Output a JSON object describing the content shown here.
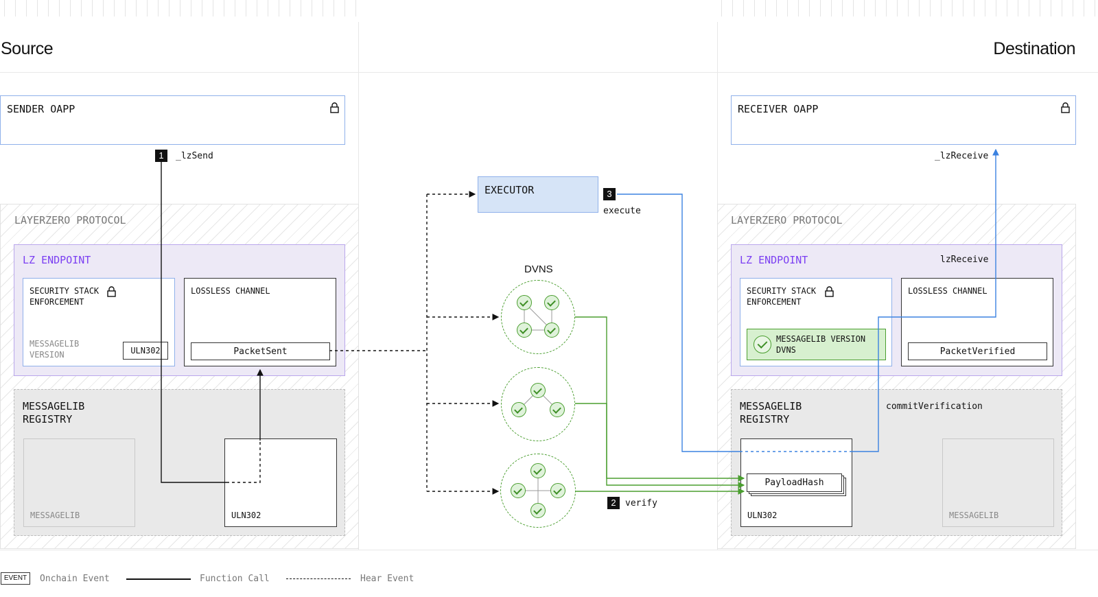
{
  "headers": {
    "source": "Source",
    "destination": "Destination"
  },
  "source": {
    "oapp_label": "SENDER OAPP",
    "protocol_label": "LAYERZERO PROTOCOL",
    "endpoint_label": "LZ ENDPOINT",
    "security_label_1": "SECURITY STACK",
    "security_label_2": "ENFORCEMENT",
    "messagelib_version_1": "MESSAGELIB",
    "messagelib_version_2": "VERSION",
    "uln_tag": "ULN302",
    "lossless_label": "LOSSLESS CHANNEL",
    "packet_event": "PacketSent",
    "registry_label_1": "MESSAGELIB",
    "registry_label_2": "REGISTRY",
    "registry_messagelib": "MESSAGELIB",
    "registry_uln": "ULN302",
    "send_call": "_lzSend",
    "step_send": "1"
  },
  "middle": {
    "executor_label": "EXECUTOR",
    "step_execute": "3",
    "execute_call": "execute",
    "dvns_label": "DVNS",
    "step_verify": "2",
    "verify_call": "verify"
  },
  "destination": {
    "oapp_label": "RECEIVER OAPP",
    "receive_call": "_lzReceive",
    "protocol_label": "LAYERZERO PROTOCOL",
    "endpoint_label": "LZ ENDPOINT",
    "endpoint_call": "lzReceive",
    "security_label_1": "SECURITY STACK",
    "security_label_2": "ENFORCEMENT",
    "verified_label_1": "MESSAGELIB VERSION",
    "verified_label_2": "DVNS",
    "lossless_label": "LOSSLESS CHANNEL",
    "packet_event": "PacketVerified",
    "registry_label_1": "MESSAGELIB",
    "registry_label_2": "REGISTRY",
    "commit_call": "commitVerification",
    "payload_label": "PayloadHash",
    "registry_uln": "ULN302",
    "registry_messagelib": "MESSAGELIB"
  },
  "legend": {
    "event_tag": "EVENT",
    "onchain_event": "Onchain Event",
    "function_call": "Function Call",
    "hear_event": "Hear Event"
  },
  "colors": {
    "blue_border": "#8fb0ea",
    "executor_fill": "#d6e4f7",
    "endpoint_fill": "#ede9f6",
    "endpoint_border": "#b9a6ec",
    "endpoint_text": "#7b3ff2",
    "registry_fill": "#e9e9e9",
    "green": "#4a9e2f",
    "green_fill": "#d7f0cf",
    "flow_blue": "#3b82e0"
  }
}
